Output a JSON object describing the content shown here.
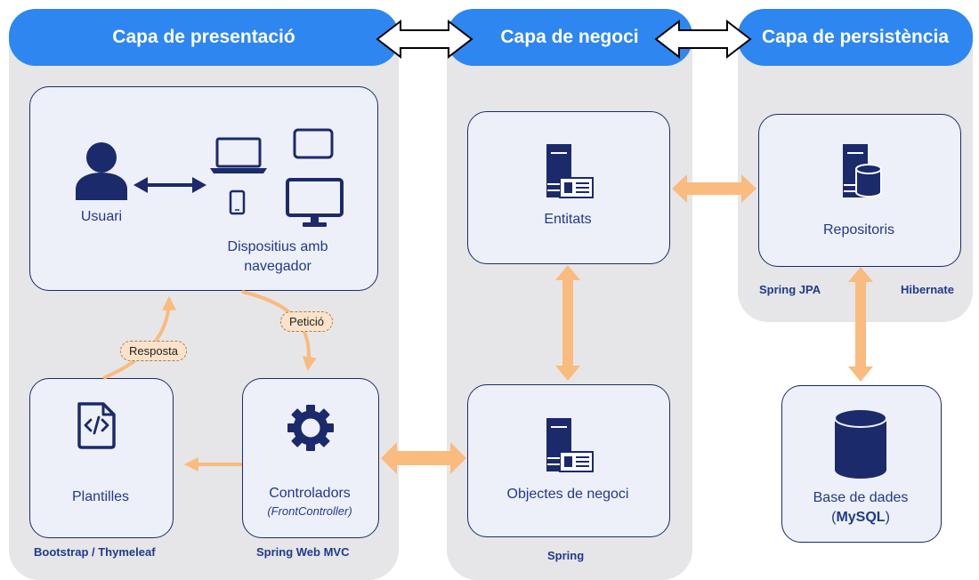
{
  "layers": {
    "presentation": "Capa de presentació",
    "business": "Capa de negoci",
    "persistence": "Capa de persistència"
  },
  "nodes": {
    "user": "Usuari",
    "devices_line1": "Dispositius amb",
    "devices_line2": "navegador",
    "templates": "Plantilles",
    "controllers": "Controladors",
    "controllers_sub": "(FrontController)",
    "entities": "Entitats",
    "business_objects": "Objectes de negoci",
    "repositories": "Repositoris",
    "database": "Base de dades",
    "database_open": "(",
    "database_name": "MySQL",
    "database_close": ")"
  },
  "tags": {
    "request": "Petició",
    "response": "Resposta"
  },
  "footers": {
    "bootstrap": "Bootstrap / Thymeleaf",
    "spring_mvc": "Spring Web MVC",
    "spring": "Spring",
    "spring_jpa": "Spring JPA",
    "hibernate": "Hibernate"
  },
  "icons": [
    "user-icon",
    "laptop-icon",
    "tablet-icon",
    "phone-icon",
    "monitor-icon",
    "code-file-icon",
    "gear-icon",
    "server-icon",
    "server-database-icon",
    "database-icon"
  ],
  "colors": {
    "header_blue": "#2e86f0",
    "column_gray": "#e6e6e9",
    "box_fill": "#eef0f9",
    "icon_navy": "#1b2a6b",
    "text_blue": "#1f3a8a",
    "arrow_orange": "#f9bb7e",
    "tag_fill": "#fce2c8"
  }
}
